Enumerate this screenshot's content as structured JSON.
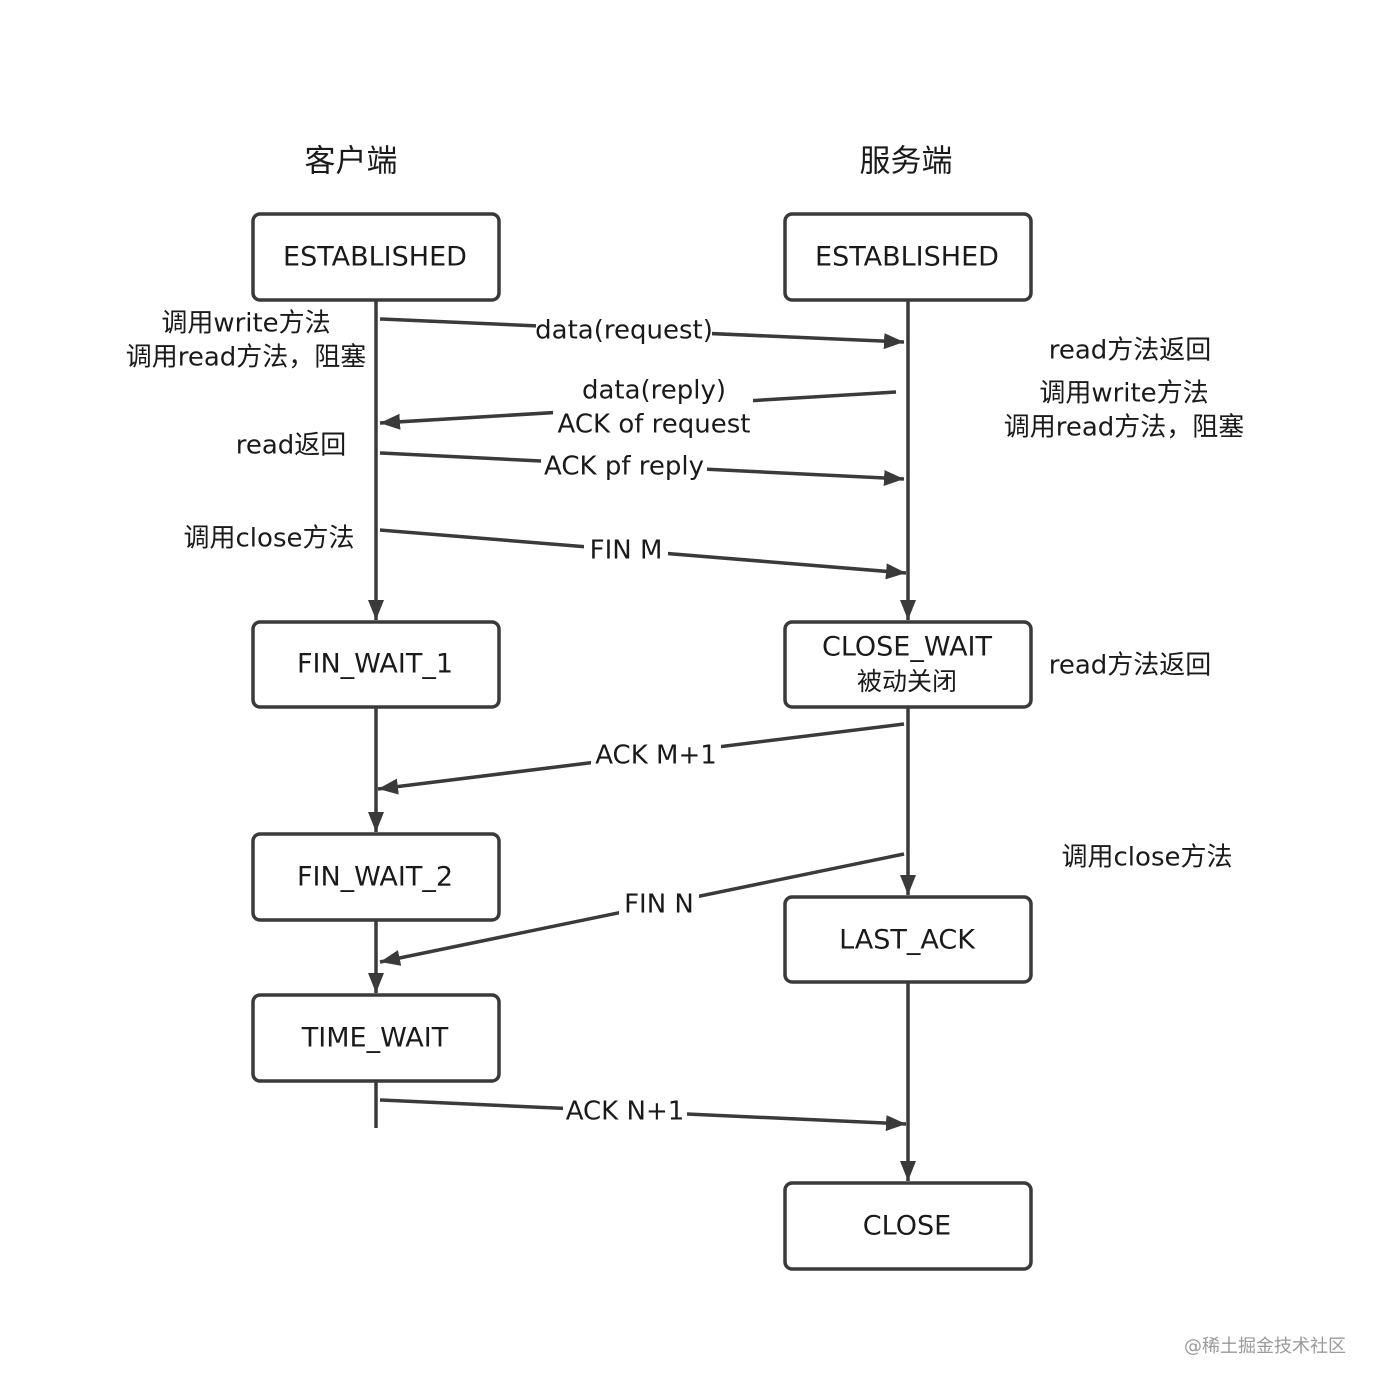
{
  "columns": {
    "client_header": "客户端",
    "server_header": "服务端"
  },
  "client_states": [
    "ESTABLISHED",
    "FIN_WAIT_1",
    "FIN_WAIT_2",
    "TIME_WAIT"
  ],
  "server_states": {
    "established": "ESTABLISHED",
    "close_wait_line1": "CLOSE_WAIT",
    "close_wait_line2": "被动关闭",
    "last_ack": "LAST_ACK",
    "close": "CLOSE"
  },
  "messages": {
    "data_request": "data(request)",
    "data_reply_line1": "data(reply)",
    "data_reply_line2": "ACK of request",
    "ack_reply": "ACK pf reply",
    "fin_m": "FIN M",
    "ack_m1": "ACK M+1",
    "fin_n": "FIN N",
    "ack_n1": "ACK N+1"
  },
  "client_notes": {
    "write_call": "调用write方法",
    "read_block": "调用read方法，阻塞",
    "read_return": "read返回",
    "close_call": "调用close方法"
  },
  "server_notes": {
    "read_return": "read方法返回",
    "write_call": "调用write方法",
    "read_block": "调用read方法，阻塞",
    "read_return_2": "read方法返回",
    "close_call": "调用close方法"
  },
  "watermark": "@稀土掘金技术社区",
  "colors": {
    "stroke": "#3a3a3a",
    "text": "#1a1a1a",
    "background": "#ffffff",
    "watermark": "#9a9a9a"
  }
}
